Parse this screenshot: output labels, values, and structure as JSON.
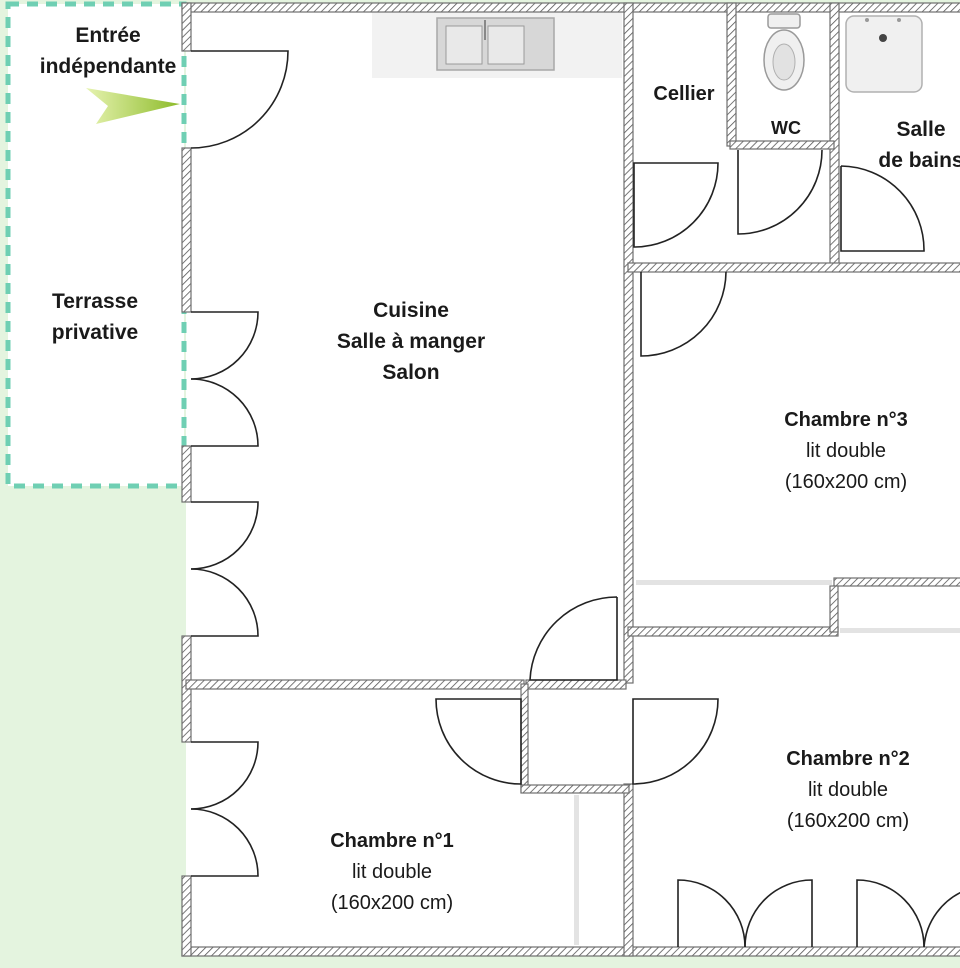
{
  "rooms": {
    "entrance": {
      "line1": "Entrée",
      "line2": "indépendante"
    },
    "terrace": {
      "line1": "Terrasse",
      "line2": "privative"
    },
    "living": {
      "line1": "Cuisine",
      "line2": "Salle à manger",
      "line3": "Salon"
    },
    "storage": {
      "name": "Cellier"
    },
    "wc": {
      "name": "WC"
    },
    "bathroom": {
      "line1": "Salle",
      "line2": "de bains"
    },
    "bedroom3": {
      "name": "Chambre n°3",
      "bed": "lit double",
      "size": "(160x200 cm)"
    },
    "bedroom2": {
      "name": "Chambre n°2",
      "bed": "lit double",
      "size": "(160x200 cm)"
    },
    "bedroom1": {
      "name": "Chambre n°1",
      "bed": "lit double",
      "size": "(160x200 cm)"
    }
  },
  "colors": {
    "background": "#e4f4df",
    "floor": "#ffffff",
    "wall": "#6e6e6e",
    "terrace_border": "#6fcfb3",
    "arrow": "#9cc83a"
  },
  "icons": [
    "sink-icon",
    "toilet-icon",
    "shower-icon",
    "entry-arrow-icon"
  ]
}
